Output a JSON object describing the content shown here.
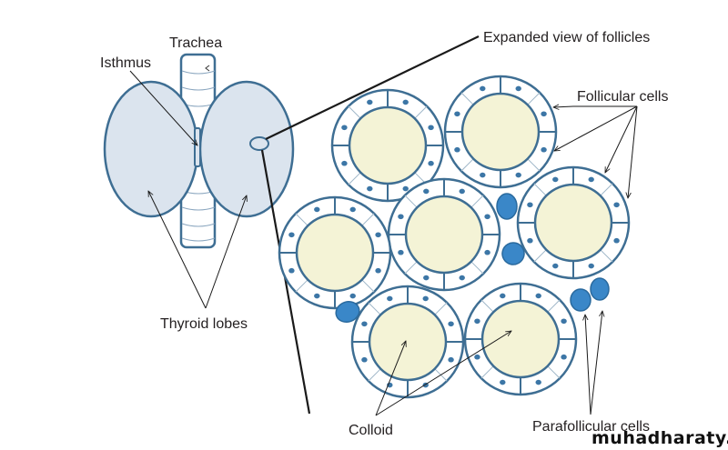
{
  "diagram": {
    "title": "Thyroid gland and expanded view of follicles",
    "labels": {
      "trachea": "Trachea",
      "isthmus": "Isthmus",
      "thyroid_lobes": "Thyroid lobes",
      "expanded_view": "Expanded view of follicles",
      "follicular_cells": "Follicular cells",
      "colloid": "Colloid",
      "parafollicular_cells": "Parafollicular cells"
    },
    "watermark": "muhadharaty.com",
    "follicle_count": 7,
    "parafollicular_cell_count": 5,
    "colors": {
      "outline": "#3e6e93",
      "lobe_fill": "#dbe4ee",
      "colloid_fill": "#f4f3d6",
      "cell_fill": "#ffffff",
      "nucleus": "#3c76a6",
      "parafollicular_fill": "#3a87c8",
      "leader_line": "#1a1a1a"
    }
  }
}
